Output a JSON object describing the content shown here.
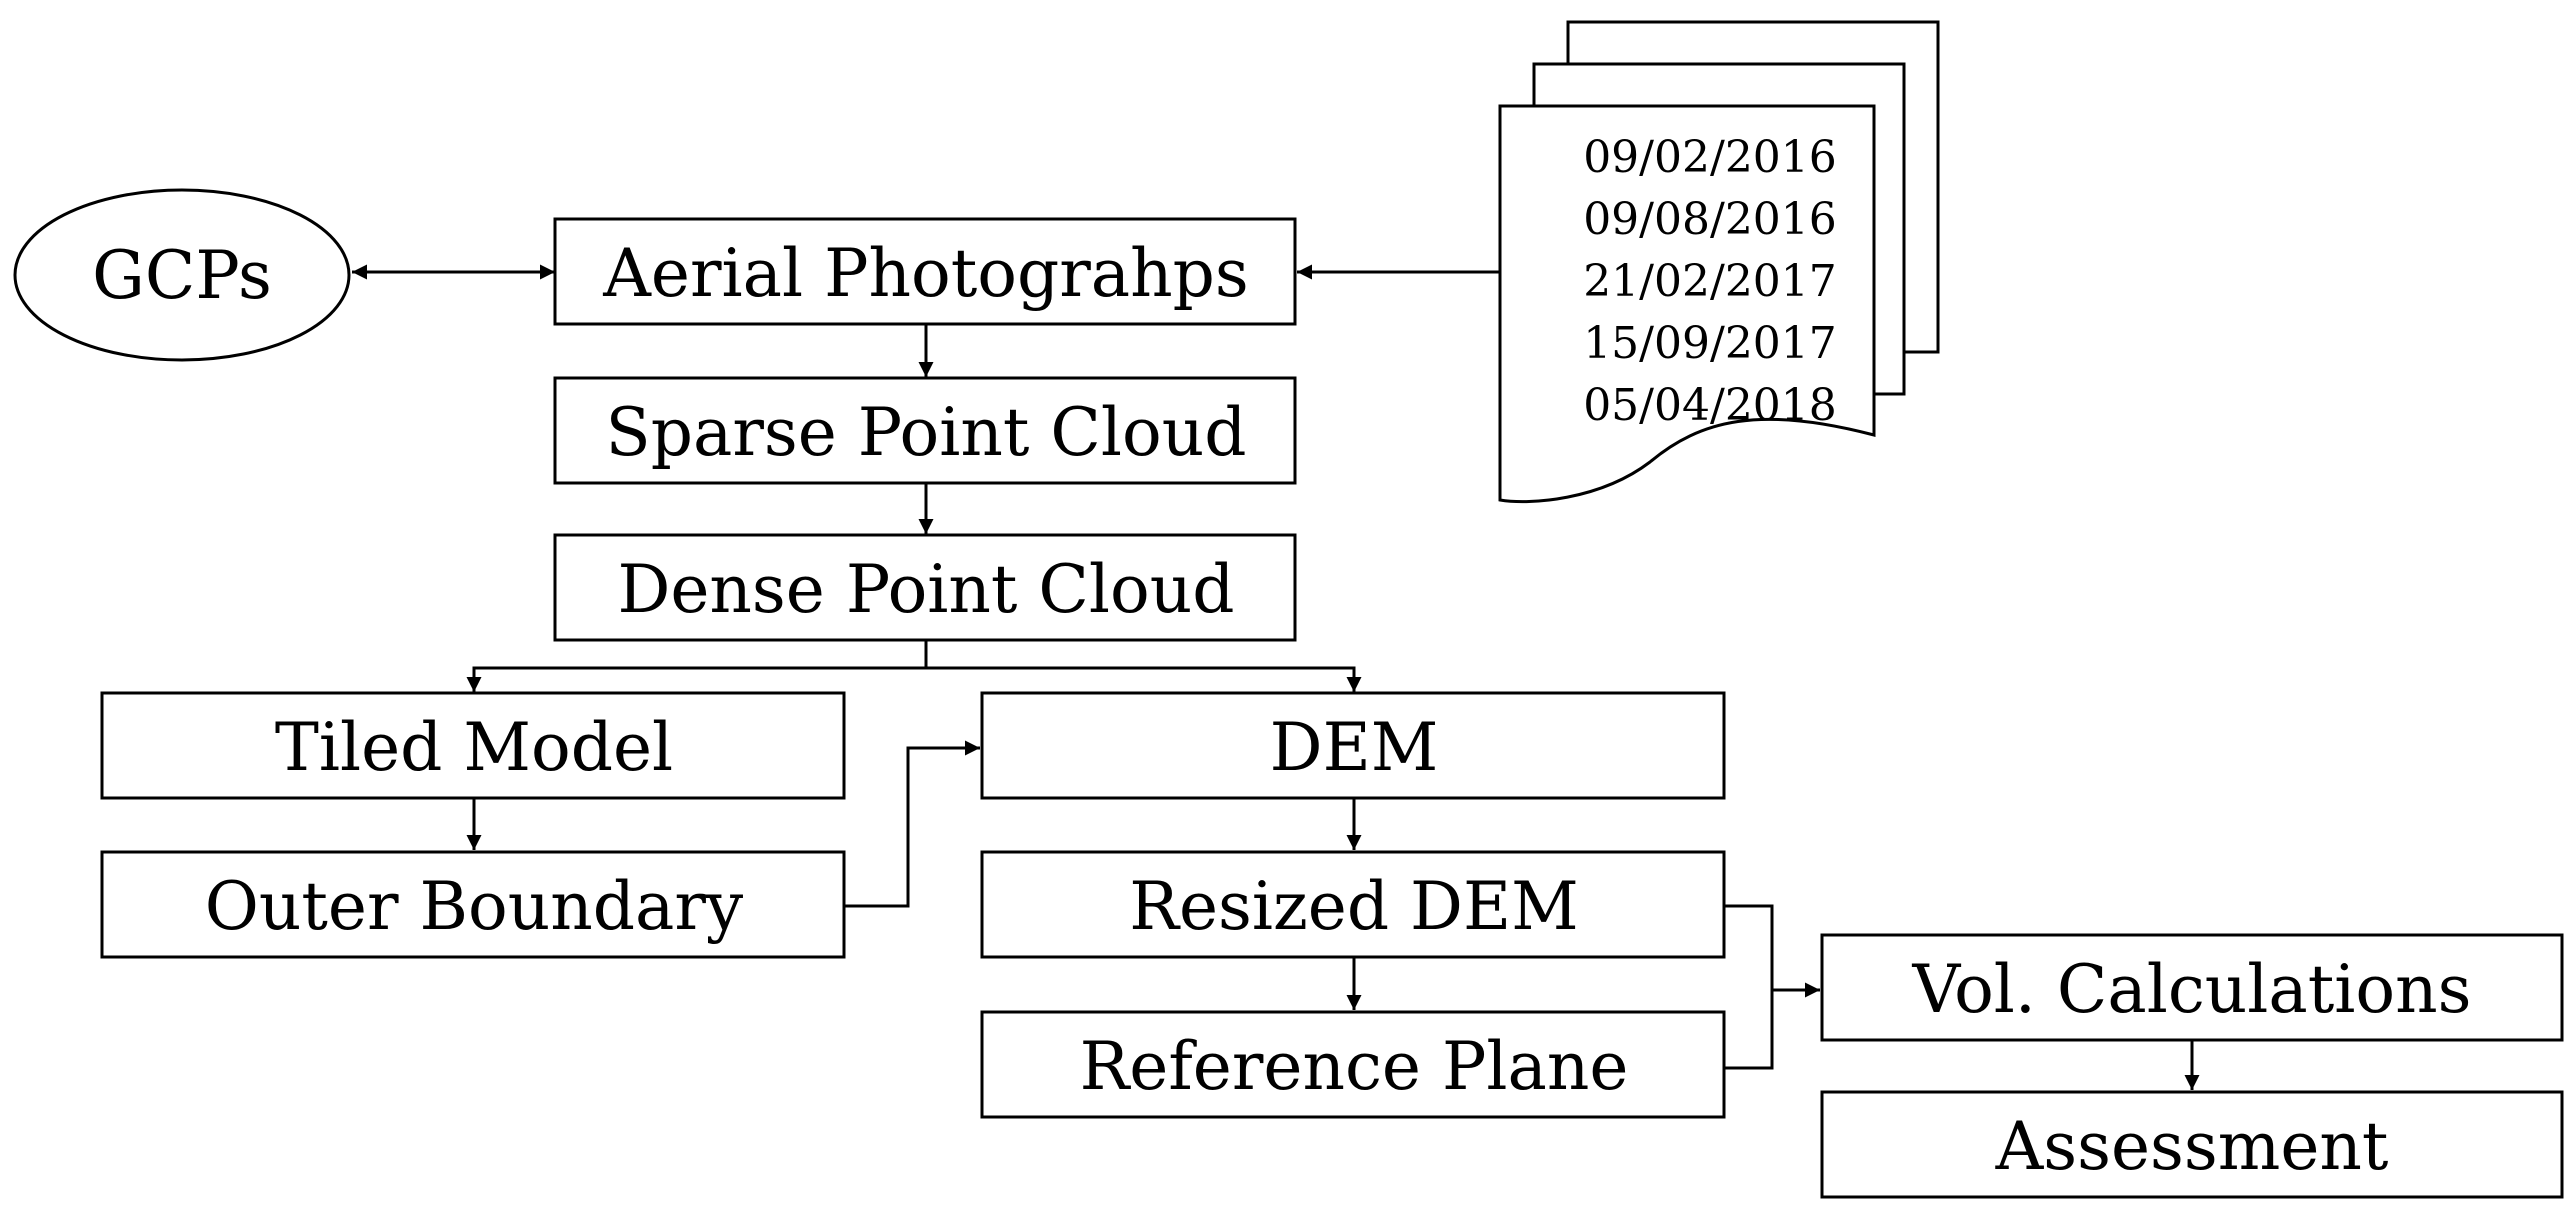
{
  "nodes": {
    "gcps": "GCPs",
    "aerial_photographs": "Aerial Photograhps",
    "sparse_point_cloud": "Sparse Point Cloud",
    "dense_point_cloud": "Dense Point Cloud",
    "tiled_model": "Tiled Model",
    "outer_boundary": "Outer Boundary",
    "dem": "DEM",
    "resized_dem": "Resized DEM",
    "reference_plane": "Reference Plane",
    "vol_calculations": "Vol. Calculations",
    "assessment": "Assessment"
  },
  "dates": [
    "09/02/2016",
    "09/08/2016",
    "21/02/2017",
    "15/09/2017",
    "05/04/2018"
  ]
}
